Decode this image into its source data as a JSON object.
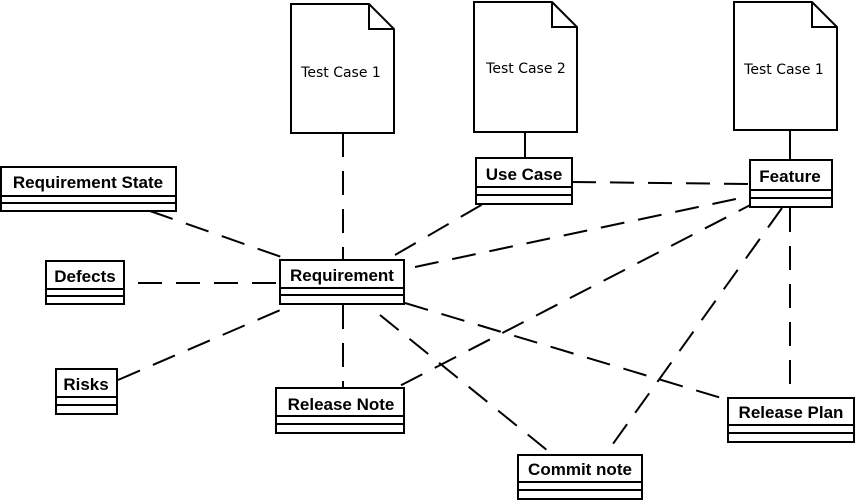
{
  "classes": {
    "requirement_state": "Requirement State",
    "defects": "Defects",
    "risks": "Risks",
    "requirement": "Requirement",
    "use_case": "Use Case",
    "feature": "Feature",
    "release_note": "Release Note",
    "release_plan": "Release Plan",
    "commit_note": "Commit note"
  },
  "notes": {
    "test_case_left": "Test Case 1",
    "test_case_middle": "Test Case 2",
    "test_case_right": "Test Case 1"
  }
}
